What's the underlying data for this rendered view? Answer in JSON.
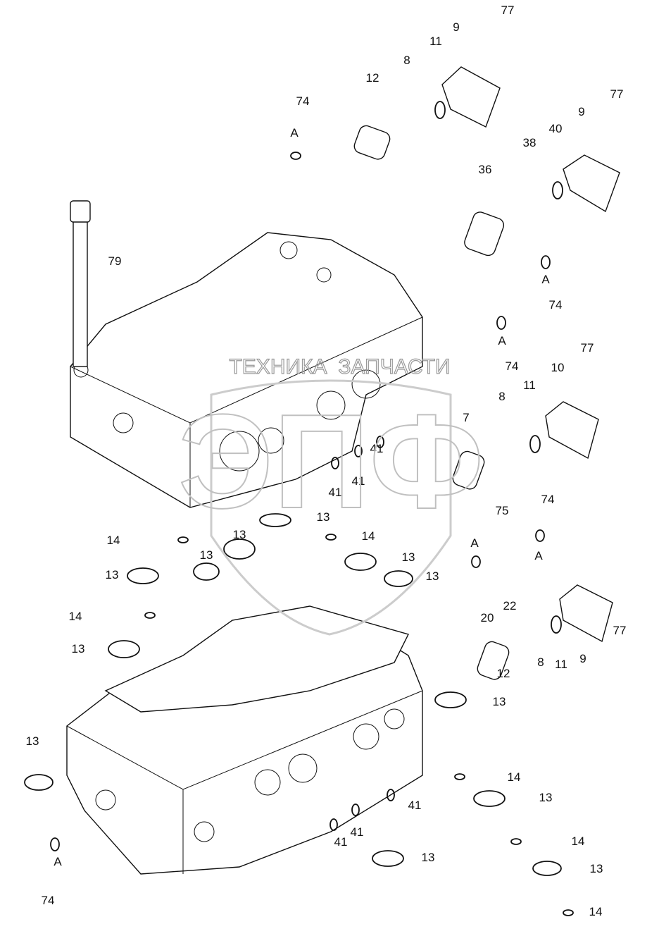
{
  "diagram": {
    "watermark": {
      "line1": "ТЕХНИКА",
      "line2": "ЗАПЧАСТИ",
      "logo": "ЭПФ"
    },
    "callouts": [
      "77",
      "9",
      "11",
      "8",
      "12",
      "74",
      "A",
      "77",
      "9",
      "40",
      "38",
      "36",
      "79",
      "A",
      "74",
      "A",
      "74",
      "77",
      "10",
      "11",
      "8",
      "7",
      "41",
      "41",
      "41",
      "13",
      "14",
      "14",
      "74",
      "75",
      "A",
      "A",
      "13",
      "13",
      "13",
      "13",
      "13",
      "22",
      "20",
      "14",
      "77",
      "9",
      "11",
      "8",
      "12",
      "13",
      "13",
      "13",
      "14",
      "13",
      "41",
      "41",
      "41",
      "14",
      "A",
      "13",
      "13",
      "74",
      "14"
    ]
  }
}
